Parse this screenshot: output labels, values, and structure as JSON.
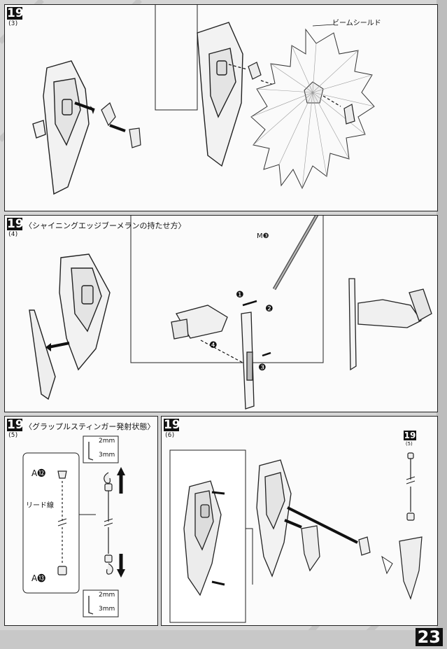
{
  "page_number": "23",
  "sections": {
    "s1": {
      "step": "19",
      "sub": "(3)",
      "beam_shield_label": "ビームシールド"
    },
    "s2": {
      "step": "19",
      "sub": "(4)",
      "title": "〈シャイニングエッジブーメランの持たせ方〉",
      "part_label": "M❸",
      "callouts": [
        "❶",
        "❷",
        "❸",
        "❹"
      ]
    },
    "s3": {
      "step": "19",
      "sub": "(5)",
      "title": "〈グラップルスティンガー発射状態〉",
      "part_a12": "A⓬",
      "part_a13": "A⓭",
      "lead_wire": "リード線",
      "dim_top_1": "2mm",
      "dim_top_2": "3mm",
      "dim_bot_1": "2mm",
      "dim_bot_2": "3mm"
    },
    "s4": {
      "step": "19",
      "sub": "(6)",
      "ref_step": "19",
      "ref_sub": "(5)"
    }
  }
}
